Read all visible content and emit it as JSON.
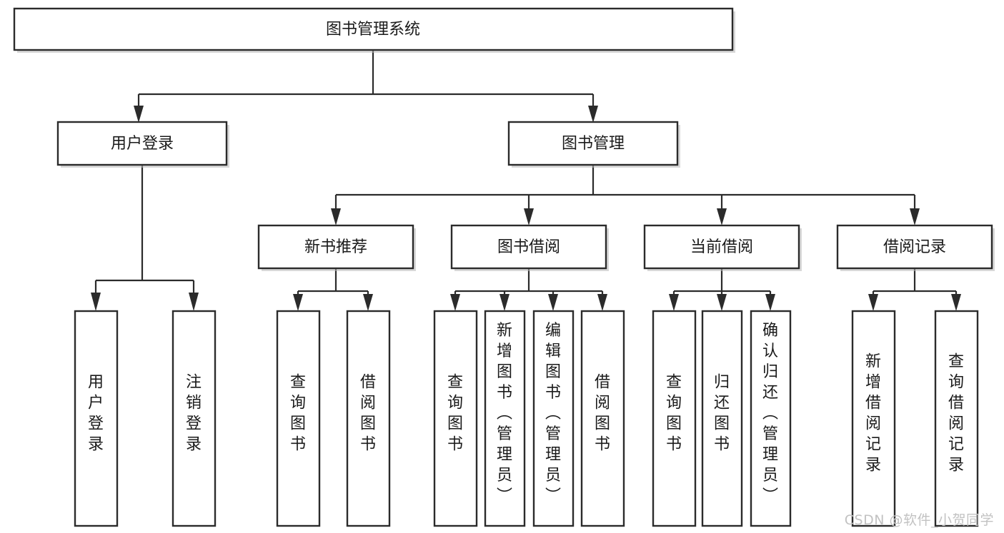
{
  "diagram": {
    "title": "图书管理系统",
    "watermark": "CSDN @软件_小贺同学",
    "type": "tree-hierarchy-diagram",
    "colors": {
      "box_stroke": "#2b2b2b",
      "box_fill": "#ffffff",
      "connector": "#2b2b2b",
      "text": "#1a1a1a",
      "watermark": "#c2c2c2",
      "background": "#ffffff"
    },
    "root": {
      "label": "图书管理系统"
    },
    "level2": [
      {
        "label": "用户登录"
      },
      {
        "label": "图书管理"
      }
    ],
    "level3": [
      {
        "label": "新书推荐"
      },
      {
        "label": "图书借阅"
      },
      {
        "label": "当前借阅"
      },
      {
        "label": "借阅记录"
      }
    ],
    "leaves_user_login": [
      {
        "label": "用户登录"
      },
      {
        "label": "注销登录"
      }
    ],
    "leaves_new_book": [
      {
        "label": "查询图书"
      },
      {
        "label": "借阅图书"
      }
    ],
    "leaves_borrow": [
      {
        "label": "查询图书"
      },
      {
        "label": "新增图书（管理员）"
      },
      {
        "label": "编辑图书（管理员）"
      },
      {
        "label": "借阅图书"
      }
    ],
    "leaves_current": [
      {
        "label": "查询图书"
      },
      {
        "label": "归还图书"
      },
      {
        "label": "确认归还（管理员）"
      }
    ],
    "leaves_record": [
      {
        "label": "新增借阅记录"
      },
      {
        "label": "查询借阅记录"
      }
    ]
  }
}
